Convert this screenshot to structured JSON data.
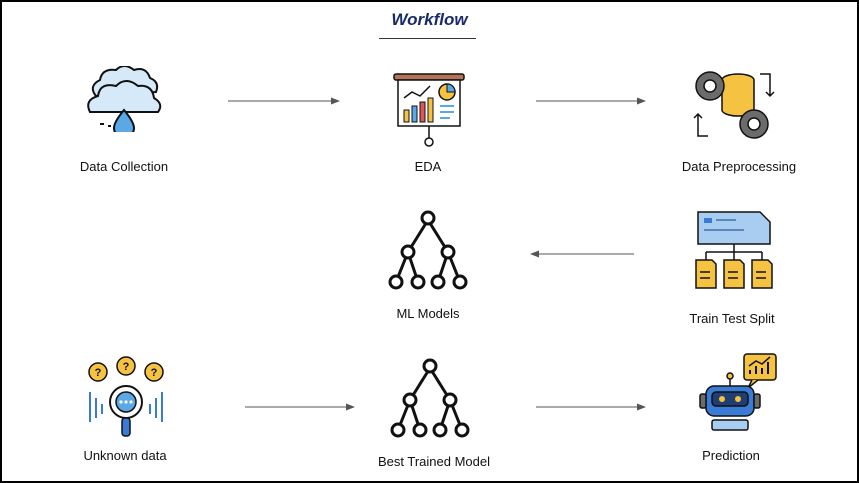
{
  "title": "Workflow",
  "nodes": {
    "data_collection": {
      "label": "Data Collection",
      "icon": "cloud-rain-icon"
    },
    "eda": {
      "label": "EDA",
      "icon": "presentation-board-icon"
    },
    "data_preprocessing": {
      "label": "Data Preprocessing",
      "icon": "gears-database-icon"
    },
    "train_test_split": {
      "label": "Train Test Split",
      "icon": "split-documents-icon"
    },
    "ml_models": {
      "label": "ML Models",
      "icon": "tree-network-icon"
    },
    "unknown_data": {
      "label": "Unknown data",
      "icon": "magnifier-question-icon"
    },
    "best_trained_model": {
      "label": "Best Trained Model",
      "icon": "tree-network-icon"
    },
    "prediction": {
      "label": "Prediction",
      "icon": "robot-chart-icon"
    }
  },
  "edges": [
    {
      "from": "data_collection",
      "to": "eda"
    },
    {
      "from": "eda",
      "to": "data_preprocessing"
    },
    {
      "from": "train_test_split",
      "to": "ml_models"
    },
    {
      "from": "unknown_data",
      "to": "best_trained_model"
    },
    {
      "from": "best_trained_model",
      "to": "prediction"
    }
  ],
  "colors": {
    "title": "#1a2a6c",
    "arrow": "#555555",
    "cloud": "#d6e9f8",
    "drop": "#5aa9e6",
    "gold": "#f5c242",
    "blue_paper": "#a9cdf0",
    "gear": "#6b6b6b"
  }
}
